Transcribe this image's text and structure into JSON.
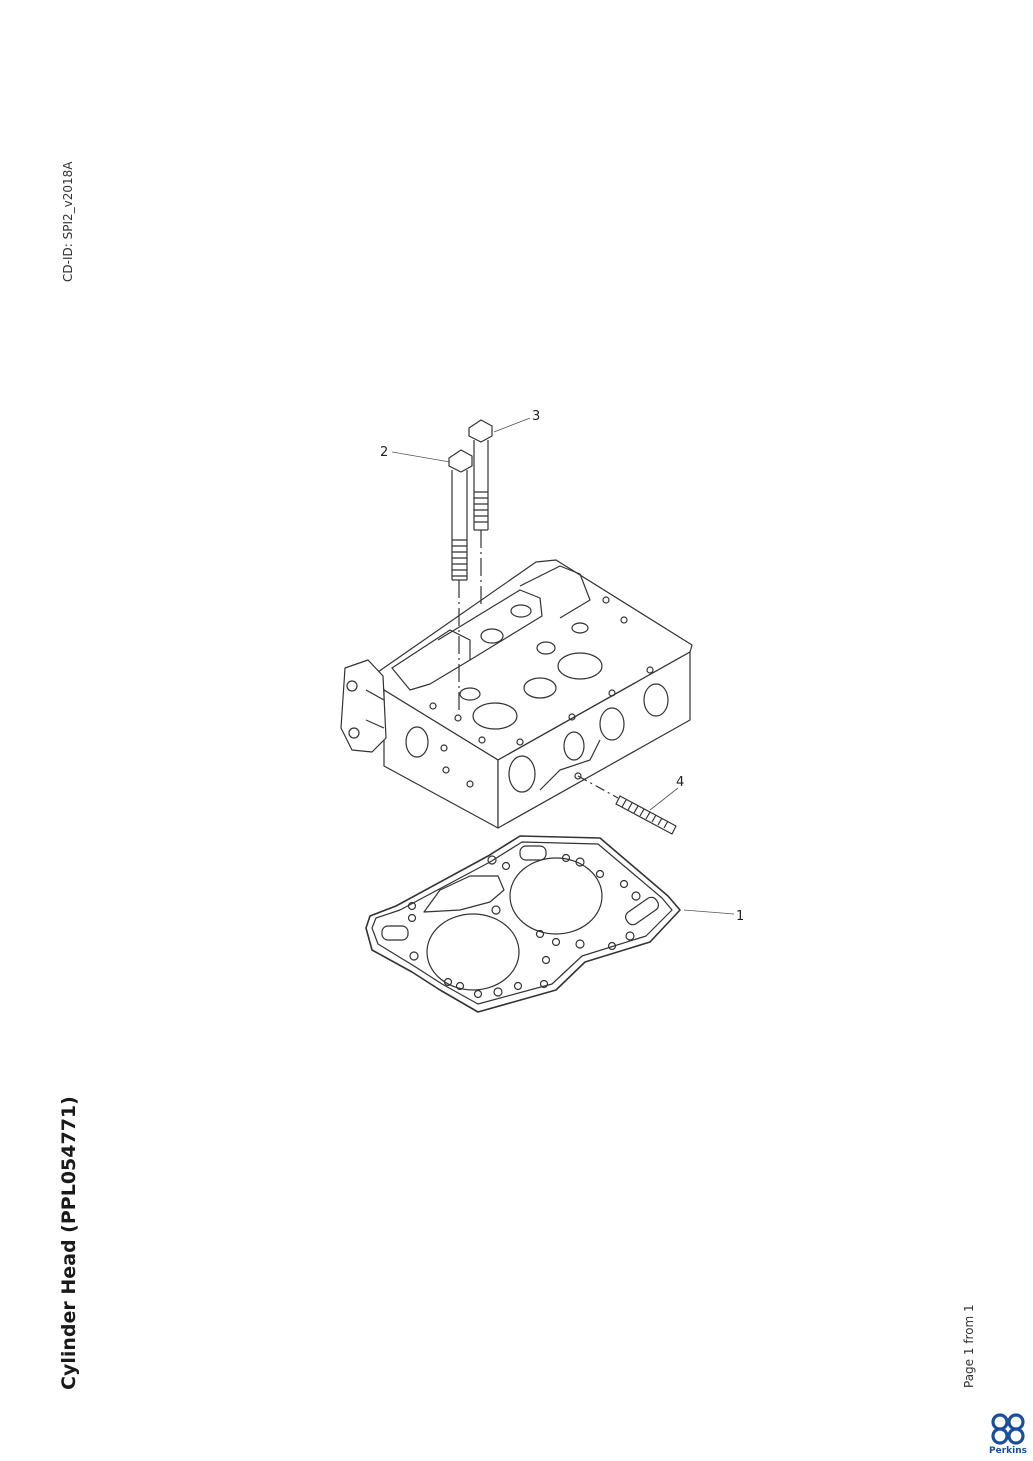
{
  "document": {
    "cd_id": "CD-ID: SPI2_v2018A",
    "title": "Cylinder Head (PPL054771)",
    "page_info": "Page 1 from 1"
  },
  "brand": {
    "logo_text": "Perkins",
    "color": "#1a4f9c"
  },
  "callouts": [
    {
      "label": "1",
      "part": "gasket"
    },
    {
      "label": "2",
      "part": "long-bolt"
    },
    {
      "label": "3",
      "part": "bolt"
    },
    {
      "label": "4",
      "part": "stud"
    }
  ]
}
